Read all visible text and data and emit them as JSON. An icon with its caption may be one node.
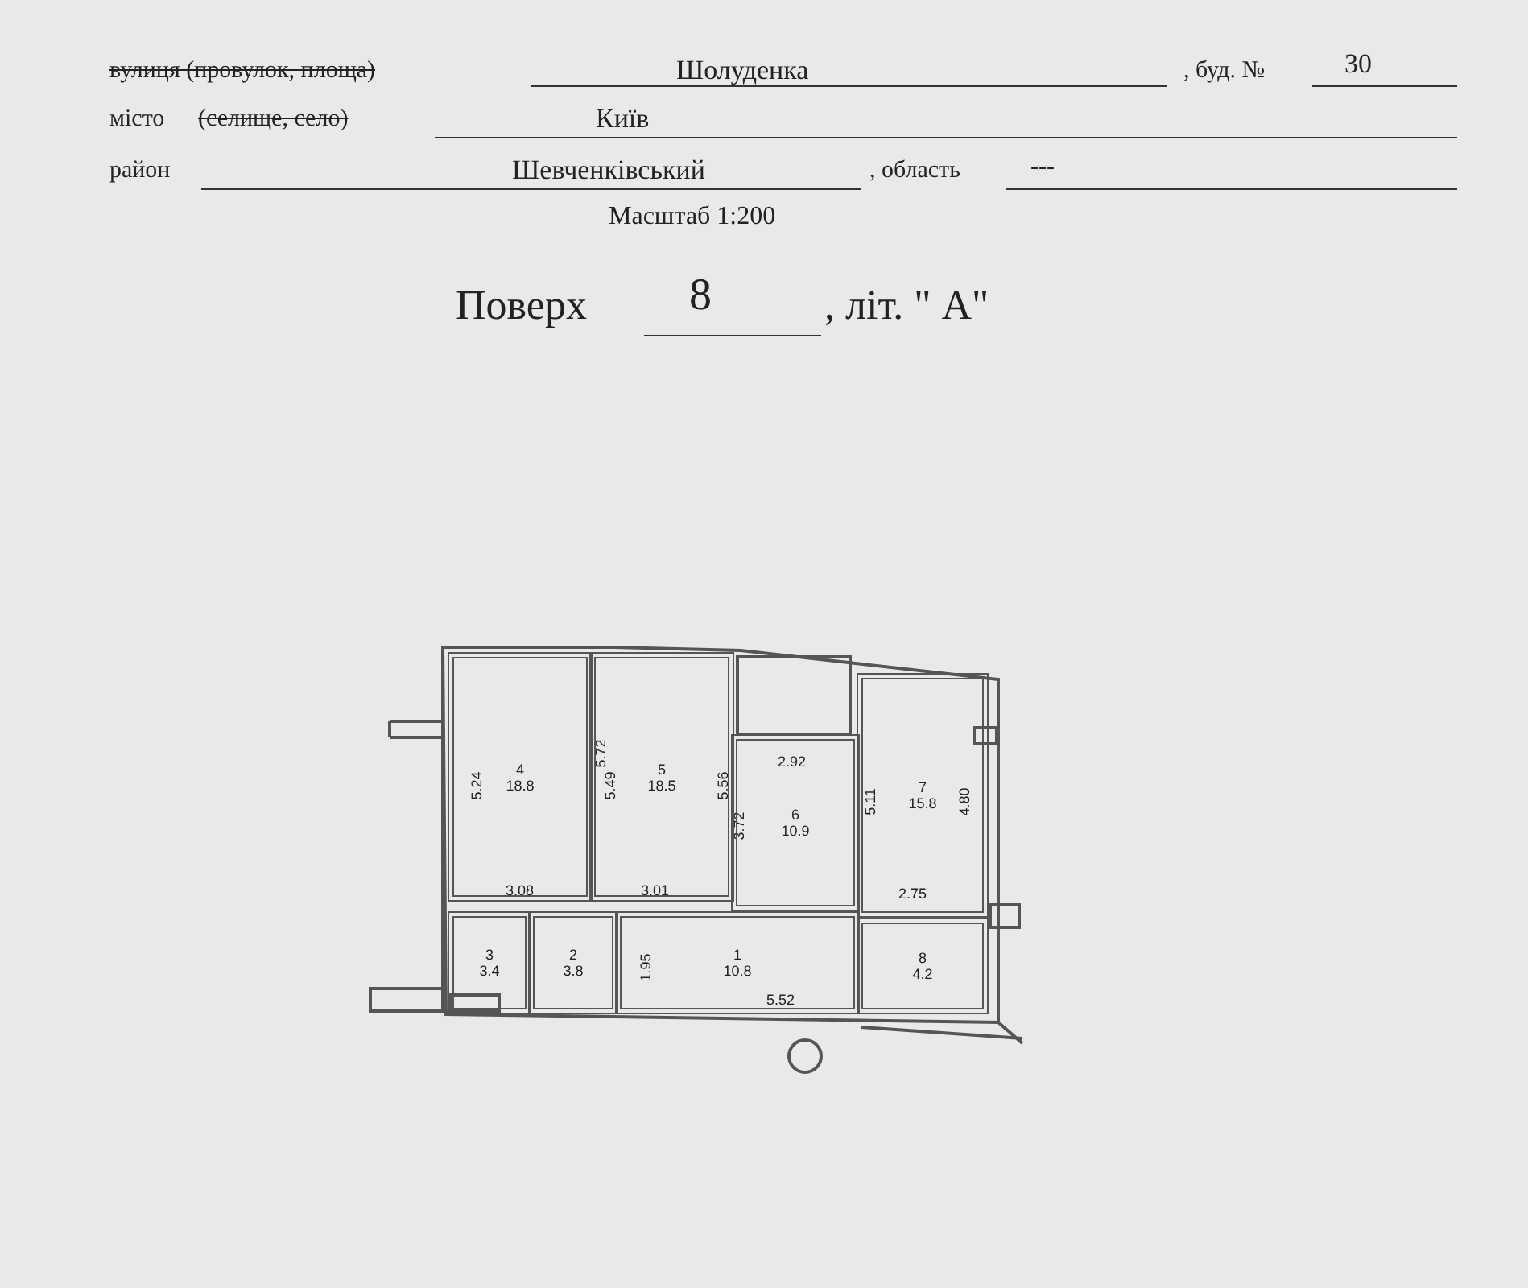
{
  "diagram": {
    "nodes": [
      {
        "text": [
          "4",
          "18.8"
        ]
      },
      {
        "text": [
          "5",
          "18.5"
        ]
      },
      {
        "text": [
          "6",
          "10.9"
        ]
      },
      {
        "text": [
          "7",
          "15.8"
        ]
      },
      {
        "text": [
          "3",
          "3.4"
        ]
      },
      {
        "text": [
          "2",
          "3.8"
        ]
      },
      {
        "text": [
          "1",
          "10.8"
        ]
      },
      {
        "text": [
          "8",
          "4.2"
        ]
      }
    ],
    "edges": [],
    "labels": [
      "вулиця (провулок, площа)",
      "Шолуденка",
      ", буд. №",
      "30",
      "місто",
      "(селище, село)",
      "Київ",
      "район",
      "Шевченківський",
      ", область",
      "---",
      "Масштаб 1:200",
      "Поверх",
      "8",
      ", літ. \" А\"",
      "5.24",
      "5.72",
      "5.49",
      "5.56",
      "3.72",
      "2.92",
      "5.11",
      "4.80",
      "3.08",
      "3.01",
      "2.75",
      "1.95",
      "5.52"
    ]
  }
}
